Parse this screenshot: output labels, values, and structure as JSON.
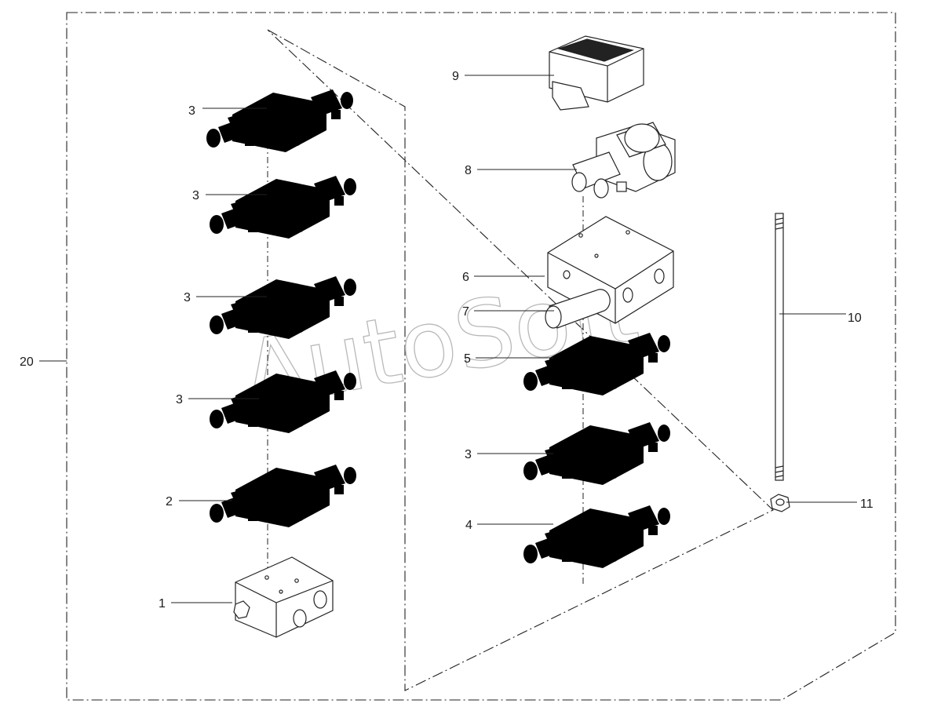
{
  "watermark": "AutoSoft",
  "callouts": {
    "c1": "1",
    "c2": "2",
    "c3a": "3",
    "c3b": "3",
    "c3c": "3",
    "c3d": "3",
    "c3e": "3",
    "c4": "4",
    "c5": "5",
    "c6": "6",
    "c7": "7",
    "c8": "8",
    "c9": "9",
    "c10": "10",
    "c11": "11",
    "c20": "20"
  }
}
